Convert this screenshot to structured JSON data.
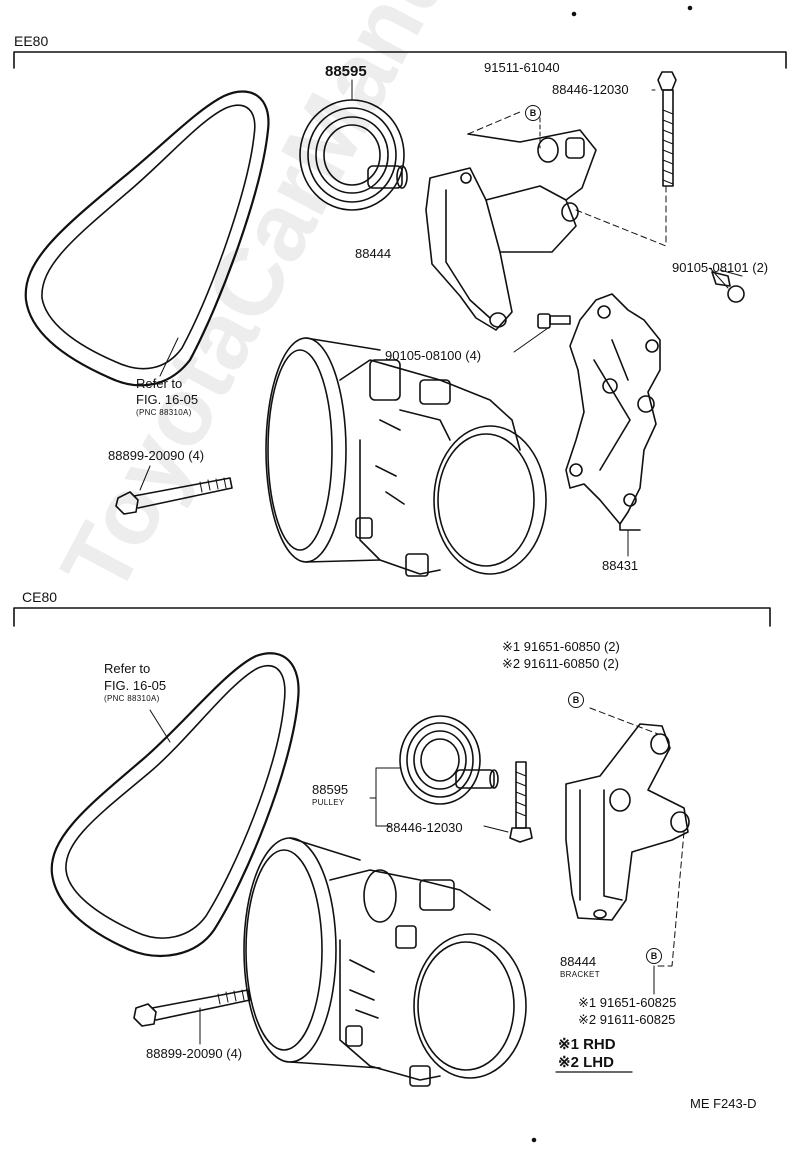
{
  "sections": {
    "upper": {
      "title": "EE80"
    },
    "lower": {
      "title": "CE80"
    }
  },
  "upper_labels": {
    "pulley": "88595",
    "bolt_top": "91511-61040",
    "bolt_long": "88446-12030",
    "bracket": "88444",
    "bolt_side": "90105-08101 (2)",
    "bolt_mid": "90105-08100 (4)",
    "refer_line1": "Refer to",
    "refer_line2": "FIG. 16-05",
    "refer_line3": "(PNC 88310A)",
    "bolt_compressor": "88899-20090 (4)",
    "plate": "88431"
  },
  "lower_labels": {
    "refer_line1": "Refer to",
    "refer_line2": "FIG. 16-05",
    "refer_line3": "(PNC 88310A)",
    "bolt_top_1": "※1 91651-60850 (2)",
    "bolt_top_2": "※2 91611-60850 (2)",
    "pulley": "88595",
    "pulley_name": "PULLEY",
    "bolt_long": "88446-12030",
    "bracket": "88444",
    "bracket_name": "BRACKET",
    "bolt_bottom_1": "※1  91651-60825",
    "bolt_bottom_2": "※2  91611-60825",
    "bolt_compressor": "88899-20090 (4)",
    "legend_1": "※1  RHD",
    "legend_2": "※2  LHD"
  },
  "markers": {
    "b": "B"
  },
  "watermark": "ToyotaCarManual.ru",
  "figure_code": "ME F243-D"
}
